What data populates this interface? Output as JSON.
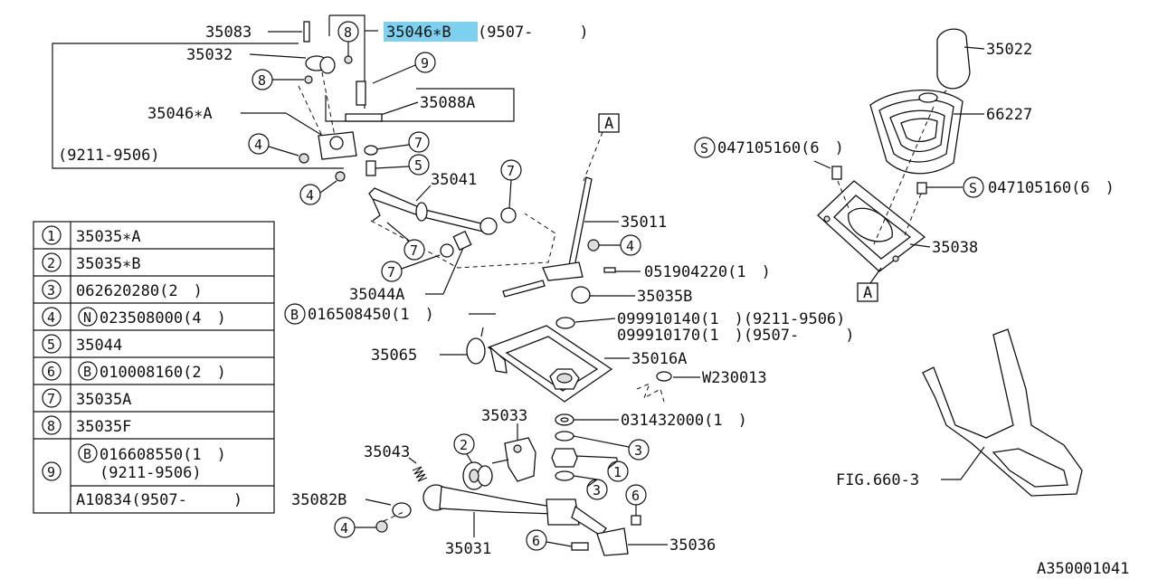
{
  "highlight_label": "35046∗B",
  "header_range": "(9507-　　　)",
  "callouts": {
    "c35083": "35083",
    "c35032": "35032",
    "c35046A": "35046∗A",
    "c35088A": "35088A",
    "c9211": "(9211-9506)",
    "c35041": "35041",
    "c35011": "35011",
    "c35044A": "35044A",
    "c016508450": "016508450(1　)",
    "c051904220": "051904220(1　)",
    "c35035B": "35035B",
    "c099910140": "099910140(1　)(9211-9506)",
    "c099910170": "099910170(1　)(9507-　　　)",
    "c35065": "35065",
    "c35016A": "35016A",
    "cW230013": "W230013",
    "c35033": "35033",
    "c031432000": "031432000(1　)",
    "c35043": "35043",
    "c35082B": "35082B",
    "c35031": "35031",
    "c35036": "35036",
    "c35022": "35022",
    "c66227": "66227",
    "c047105160a": "047105160(6　)",
    "c047105160b": "047105160(6　)",
    "c35038": "35038",
    "cFIG": "FIG.660-3",
    "cA": "A",
    "doc_id": "A350001041"
  },
  "ref_numbers": [
    "1",
    "2",
    "3",
    "4",
    "5",
    "6",
    "7",
    "8",
    "9"
  ],
  "symbols": {
    "S": "S",
    "B": "B",
    "N": "N"
  },
  "legend": [
    {
      "num": "1",
      "text": "35035∗A"
    },
    {
      "num": "2",
      "text": "35035∗B"
    },
    {
      "num": "3",
      "text": "062620280(2　)"
    },
    {
      "num": "4",
      "sym": "N",
      "text": "023508000(4　)"
    },
    {
      "num": "5",
      "text": "35044"
    },
    {
      "num": "6",
      "sym": "B",
      "text": "010008160(2　)"
    },
    {
      "num": "7",
      "text": "35035A"
    },
    {
      "num": "8",
      "text": "35035F"
    },
    {
      "num": "9",
      "sym": "B",
      "text": "016608550(1　)",
      "text2": "(9211-9506)",
      "text3": "A10834(9507-　　　)"
    }
  ],
  "colors": {
    "highlight": "#7dd0ee",
    "line": "#111111"
  }
}
